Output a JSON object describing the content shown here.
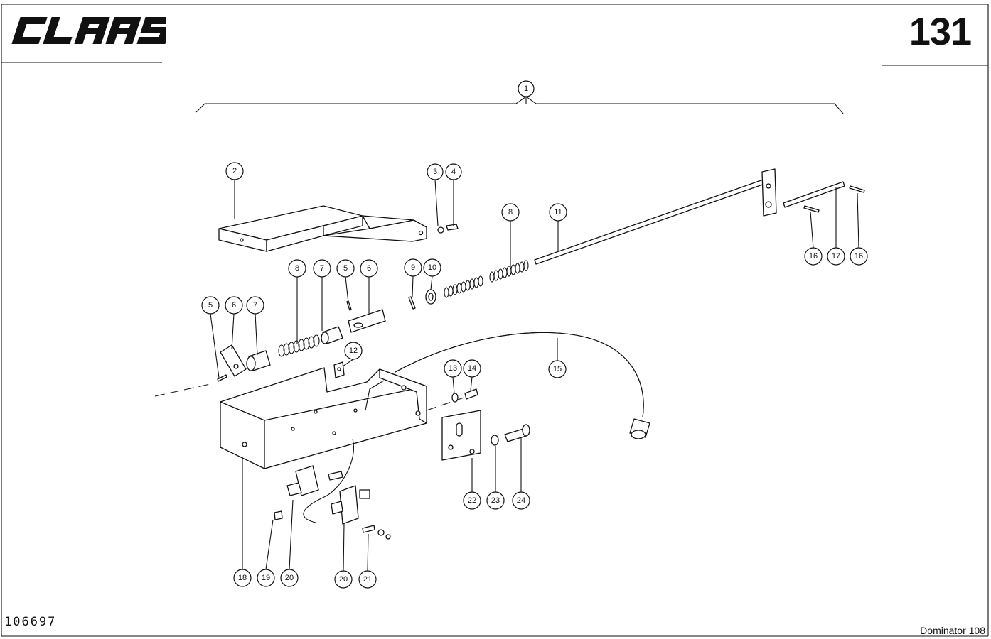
{
  "header": {
    "brand": "CLAAS",
    "page_number": "131"
  },
  "footer": {
    "reference_number": "106697",
    "model": "Dominator 108"
  },
  "callouts": [
    "1",
    "2",
    "3",
    "4",
    "8",
    "11",
    "16",
    "17",
    "16",
    "8",
    "7",
    "5",
    "6",
    "9",
    "10",
    "5",
    "6",
    "7",
    "12",
    "15",
    "13",
    "14",
    "22",
    "23",
    "24",
    "18",
    "19",
    "20",
    "20",
    "21"
  ]
}
